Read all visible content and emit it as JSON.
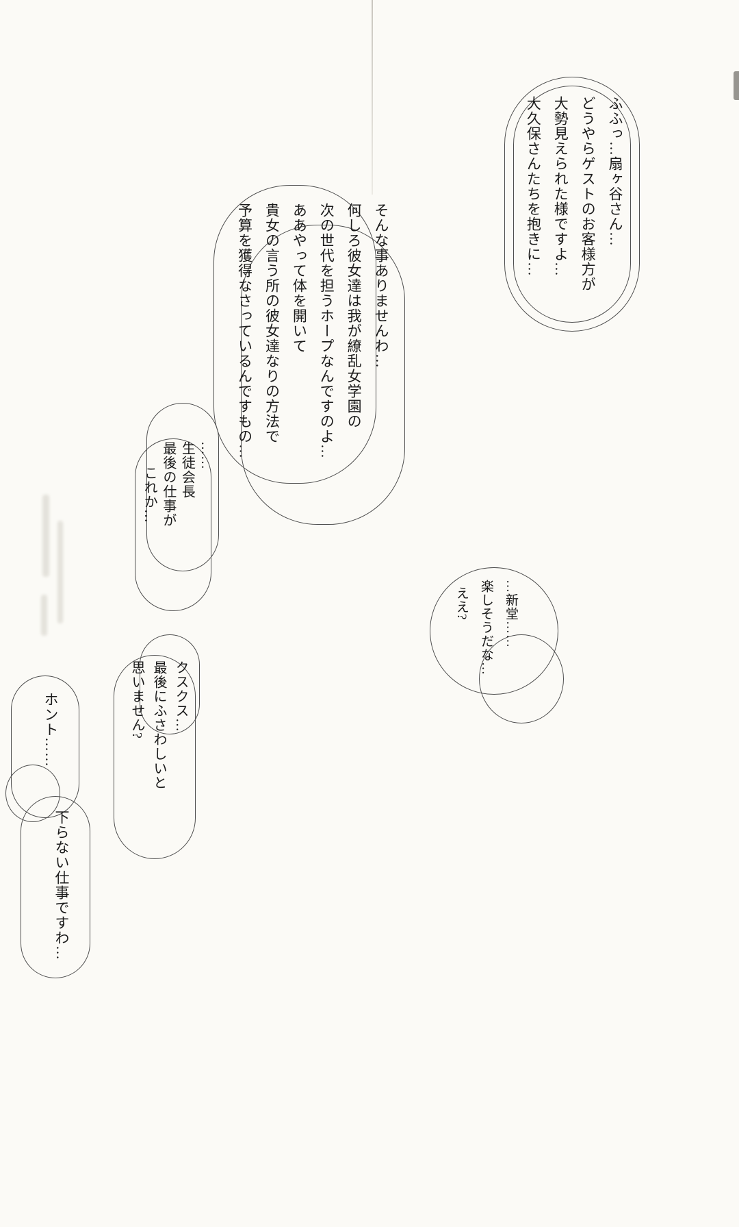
{
  "colors": {
    "paper": "#fbfaf6",
    "bubble_outline": "#4f4f4f",
    "ink": "#1b1b1b",
    "crease": "#c9c6bf"
  },
  "bubbles": {
    "top_right": {
      "lines": [
        "ふふっ…扇ヶ谷さん…",
        "どうやらゲストのお客様方が",
        "大勢見えられた様ですよ…",
        "大久保さんたちを抱きに…"
      ]
    },
    "center_large": {
      "lines": [
        "そんな事ありませんわ…",
        "何しろ彼女達は我が繚乱女学園の",
        "次の世代を担うホープなんですのよ…",
        "ああやって体を開いて",
        "貴女の言う所の彼女達なりの方法で",
        "予算を獲得なさっているんですもの…"
      ]
    },
    "left_middle": {
      "lines": [
        "……",
        "生徒会長",
        "最後の仕事が",
        "これか…"
      ]
    },
    "right_middle": {
      "lines": [
        "…新堂……",
        "楽しそうだな…",
        "ええ?"
      ]
    },
    "lower_left_center": {
      "lines": [
        "クスクス…",
        "最後にふさわしいと",
        "思いません?"
      ]
    },
    "bottom_left_first": {
      "lines": [
        "ホント……"
      ]
    },
    "bottom_left_second": {
      "lines": [
        "下らない仕事ですわ…"
      ]
    }
  }
}
